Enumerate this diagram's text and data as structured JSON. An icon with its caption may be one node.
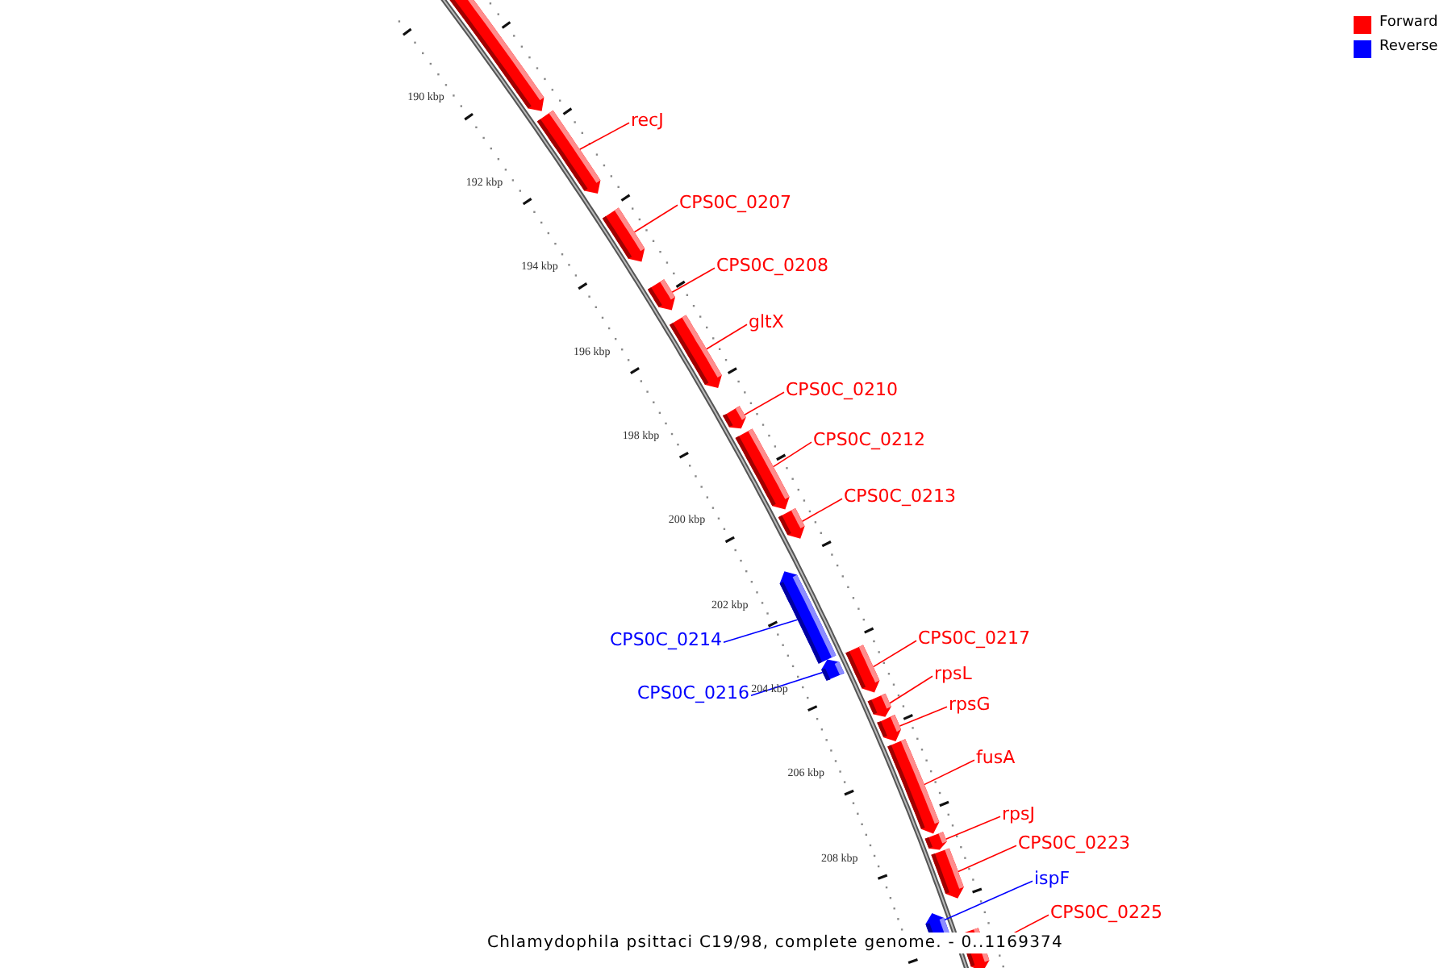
{
  "diagram": {
    "title": "Chlamydophila psittaci C19/98, complete genome. - 0..1169374",
    "nodes": [
      {
        "text": [],
        "shape": "bar"
      },
      {
        "text": [
          "recJ"
        ]
      },
      {
        "text": [],
        "shape": "bar"
      },
      {
        "text": [
          "CPS0C_0207"
        ]
      },
      {
        "text": [],
        "shape": "bar"
      },
      {
        "text": [
          "CPS0C_0208"
        ]
      },
      {
        "text": [],
        "shape": "bar"
      },
      {
        "text": [
          "gltX"
        ]
      },
      {
        "text": [],
        "shape": "bar"
      },
      {
        "text": [
          "CPS0C_0210"
        ]
      },
      {
        "text": [],
        "shape": "bar"
      },
      {
        "text": [
          "CPS0C_0212"
        ]
      },
      {
        "text": [],
        "shape": "bar"
      },
      {
        "text": [
          "CPS0C_0213"
        ]
      },
      {
        "text": [],
        "shape": "bar"
      },
      {
        "text": [
          "CPS0C_0214"
        ]
      },
      {
        "text": [],
        "shape": "bar"
      },
      {
        "text": [
          "CPS0C_0216"
        ]
      },
      {
        "text": [],
        "shape": "bar"
      },
      {
        "text": [
          "CPS0C_0217"
        ]
      },
      {
        "text": [],
        "shape": "bar"
      },
      {
        "text": [
          "rpsL"
        ]
      },
      {
        "text": [],
        "shape": "bar"
      },
      {
        "text": [
          "rpsG"
        ]
      },
      {
        "text": [],
        "shape": "bar"
      },
      {
        "text": [
          "fusA"
        ]
      },
      {
        "text": [],
        "shape": "bar"
      },
      {
        "text": [
          "rpsJ"
        ]
      },
      {
        "text": [],
        "shape": "bar"
      },
      {
        "text": [
          "CPS0C_0223"
        ]
      },
      {
        "text": [],
        "shape": "bar"
      },
      {
        "text": [
          "ispF"
        ]
      },
      {
        "text": [],
        "shape": "bar"
      },
      {
        "text": [
          "CPS0C_0225"
        ]
      },
      {
        "text": [],
        "shape": "bar"
      }
    ],
    "edges": [
      {
        "from": 1,
        "to": 2,
        "arrow": "none"
      },
      {
        "from": 3,
        "to": 4,
        "arrow": "none"
      },
      {
        "from": 5,
        "to": 6,
        "arrow": "none"
      },
      {
        "from": 7,
        "to": 8,
        "arrow": "none"
      },
      {
        "from": 9,
        "to": 10,
        "arrow": "none"
      },
      {
        "from": 11,
        "to": 12,
        "arrow": "none"
      },
      {
        "from": 13,
        "to": 14,
        "arrow": "none"
      },
      {
        "from": 15,
        "to": 16,
        "arrow": "none",
        "color": "#0000ff"
      },
      {
        "from": 17,
        "to": 18,
        "arrow": "none",
        "color": "#0000ff"
      },
      {
        "from": 19,
        "to": 20,
        "arrow": "none"
      },
      {
        "from": 21,
        "to": 22,
        "arrow": "none"
      },
      {
        "from": 23,
        "to": 24,
        "arrow": "none"
      },
      {
        "from": 25,
        "to": 26,
        "arrow": "none"
      },
      {
        "from": 27,
        "to": 28,
        "arrow": "none"
      },
      {
        "from": 29,
        "to": 30,
        "arrow": "none"
      },
      {
        "from": 31,
        "to": 32,
        "arrow": "none",
        "color": "#0000ff"
      },
      {
        "from": 33,
        "to": 34,
        "arrow": "none"
      }
    ],
    "labels": [
      "190 kbp",
      "192 kbp",
      "194 kbp",
      "196 kbp",
      "198 kbp",
      "200 kbp",
      "202 kbp",
      "204 kbp",
      "206 kbp",
      "208 kbp"
    ],
    "legend": [
      {
        "text": "Forward",
        "color": "#ff0000"
      },
      {
        "text": "Reverse",
        "color": "#0000ff"
      }
    ]
  }
}
